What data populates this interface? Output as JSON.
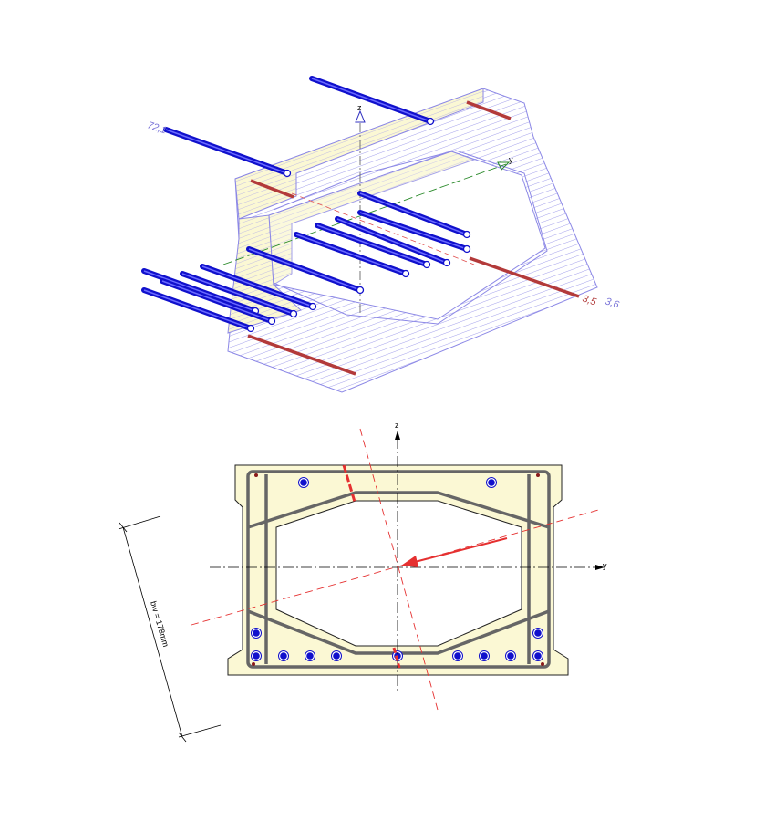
{
  "view_3d": {
    "labels": {
      "force_top": "72,1",
      "force_right_red": "3,5",
      "force_right": "3,6",
      "axis_z": "z",
      "axis_y": "y"
    }
  },
  "section": {
    "axis_y": "y",
    "axis_z": "z",
    "dimension_label": "bw = 178mm"
  },
  "colors": {
    "concrete": "#fbf8d4",
    "hatch": "#8c88e6",
    "rebar": "#1010cc",
    "stirrup": "#666666",
    "neutral_axis": "#e53030",
    "red_bar": "#b33a3a"
  }
}
